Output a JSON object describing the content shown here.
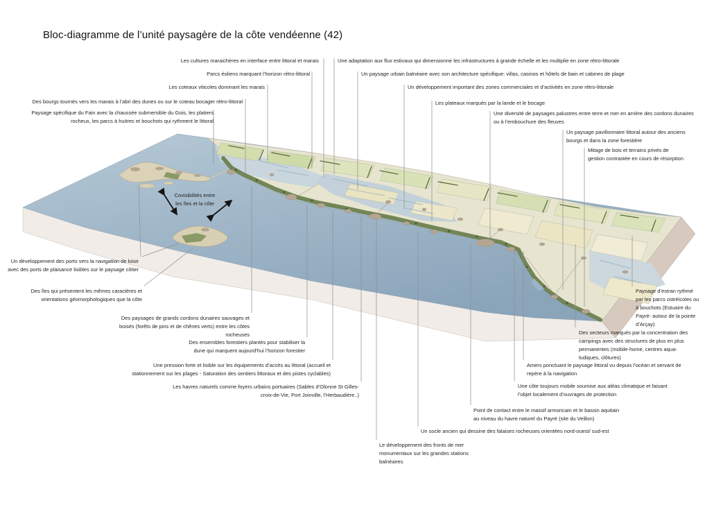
{
  "title": "Bloc-diagramme de l’unité paysagère de la côte vendéenne (42)",
  "annotations": [
    {
      "id": "cultures-maraicheres",
      "text": "Les cultures maraichères en interface entre littoral et marais"
    },
    {
      "id": "parcs-eoliens",
      "text": "Parcs éoliens marquant l’horizon rétro-littoral"
    },
    {
      "id": "coteaux-viticoles",
      "text": "Les coteaux viticoles dominant les marais"
    },
    {
      "id": "bourgs-marais",
      "text": "Des bourgs tournés vers les marais à l’abri des dunes ou sur le coteau bocager rétro-littoral"
    },
    {
      "id": "paysage-fain-gois",
      "text": "Paysage spécifique du Fain avec la chaussée submersible du Gois, les platiers rocheux, les parcs à huitres et bouchots qui rythment le littoral"
    },
    {
      "id": "adaptation-flux-estivaux",
      "text": "Une adaptation aux flux estivaux qui dimensionne les infrastructures à grande échelle et les multiplie en zone rétro-littorale"
    },
    {
      "id": "paysage-urbain-balneaire",
      "text": "Un paysage urbain balnéaire avec son architecture spécifique: villas, casinos et hôtels de bain et cabines de plage"
    },
    {
      "id": "zones-commerciales",
      "text": "Un développement important des zones commerciales et d’activités en zone rétro-littorale"
    },
    {
      "id": "plateaux-lande-bocage",
      "text": "Les plateaux marqués par la lande et le bocage"
    },
    {
      "id": "paysages-palustres",
      "text": "Une diversité de paysages palustres entre terre et mer en arrière des cordons dunaires ou à l’embouchure des fleuves"
    },
    {
      "id": "paysage-pavillonnaire",
      "text": "Un paysage pavillonnaire littoral autour des anciens bourgs et dans la zone forestière"
    },
    {
      "id": "mitage-bois",
      "text": "Mitage de bois et terrains privés de gestion contrastée en cours de résorption"
    },
    {
      "id": "paysage-estran",
      "text": "Paysage d’estran rythmé par les parcs ostréicoles ou à bouchots (Estuaire du Payré- autour de la pointe d’Arçay)"
    },
    {
      "id": "campings",
      "text": "Des secteurs marqués par la concentration des campings avec des structures de plus en plus permanentes (mobile-home, centres aqua-ludiques, clôtures)"
    },
    {
      "id": "amers",
      "text": "Amers ponctuant le paysage littoral vu depuis l’océan et servant de repère à la navigation"
    },
    {
      "id": "cote-mobile",
      "text": "Une côte toujours mobile soumise aux aléas climatique et faisant l’objet localement d’ouvrages de protection"
    },
    {
      "id": "point-de-contact",
      "text": "Point de contact entre le massif armoricain et le bassin aquitain au niveau du havre naturel du Payré (site du Veillon)"
    },
    {
      "id": "socle-ancien",
      "text": "Un socle ancien qui dessine des falaises rocheuses orientées nord-ouest/ sud-est"
    },
    {
      "id": "fronts-de-mer",
      "text": "Le développement des fronts de mer monumentaux sur les grandes stations balnéaires"
    },
    {
      "id": "developpement-ports",
      "text": "Un développement des ports vers la navigation de loisir avec des ports de plaisance lisibles sur le paysage côtier"
    },
    {
      "id": "iles-caracteres",
      "text": "Des îles qui présentent les mêmes caractères  et orientations géomorphologiques que la côte"
    },
    {
      "id": "cordons-dunaires",
      "text": "Des paysages de grands cordons dunaires sauvages et boisés (forêts de pins et de chênes verts) entre les côtes rocheuses"
    },
    {
      "id": "ensembles-forestiers",
      "text": "Des ensembles forestiers plantés pour stabiliser la dune qui marquent aujourd’hui l’horizon forestier"
    },
    {
      "id": "pression-equipements",
      "text": "Une pression forte et lisible sur les équipements d’accès au littoral (accueil et stationnement sur les plages - Saturation des sentiers littoraux et des pistes cyclables)"
    },
    {
      "id": "havres-naturels",
      "text": "Les havres naturels comme foyers urbains portuaires (Sables d’Olonne St Gilles-croix-de-Vie, Port Joinville, l’Herbaudière..)"
    },
    {
      "id": "covisibilites",
      "text": "Covisibilités entre les îles et la côte"
    }
  ],
  "icons": {
    "covisibility_arrows": "double-headed-arrow"
  },
  "palette": {
    "sea_light": "#b6c9d6",
    "sea_dark": "#8aa4ba",
    "land_base": "#e7e4cf",
    "marsh": "#c6d3da",
    "field_green": "#d3ddae",
    "field_yellow": "#f0ead0",
    "dune_forest": "#6d8150",
    "hedgerow": "#5a6b40",
    "sand": "#e8d6a6",
    "town": "#b5a593",
    "slab_front_face": "#f1ece7",
    "slab_side_face": "#d7c9be",
    "leader_line": "#909090",
    "text": "#232323"
  }
}
